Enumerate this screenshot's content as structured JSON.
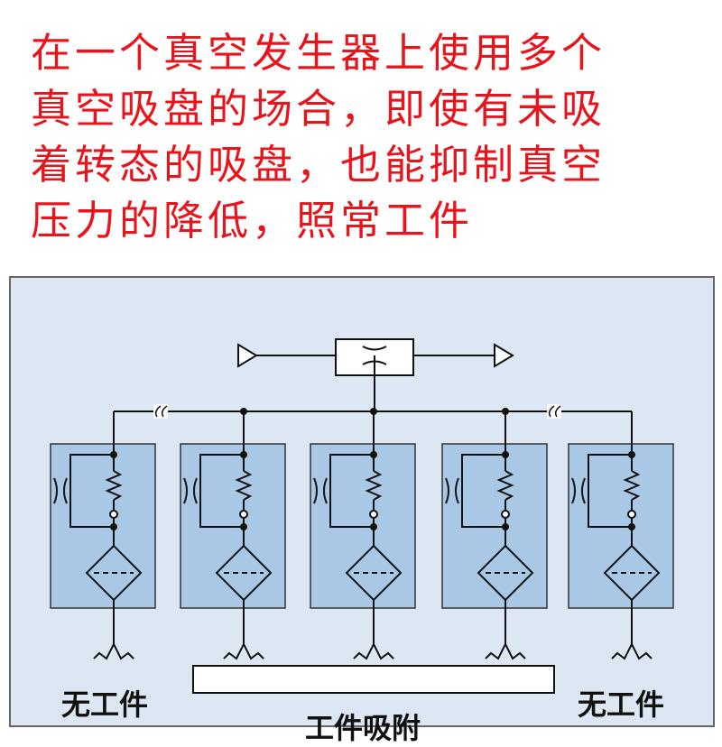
{
  "headline": "在一个真空发生器上使用多个\n真空吸盘的场合，即使有未吸\n着转态的吸盘，也能抑制真空\n压力的降低，照常工件",
  "labels": {
    "left_no_workpiece": "无工件",
    "right_no_workpiece": "无工件",
    "workpiece_adsorbed": "工件吸附"
  },
  "colors": {
    "headline": "#e8141c",
    "panel_bg": "#dce7f3",
    "module_fill": "#a9c8e6",
    "line": "#111111"
  }
}
